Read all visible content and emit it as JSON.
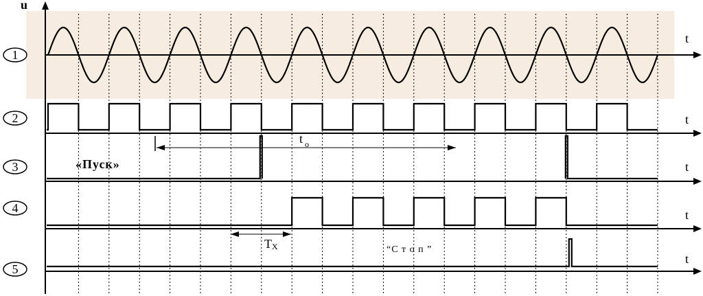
{
  "axis": {
    "u_label": "u",
    "t_label": "t"
  },
  "rows": [
    {
      "number": "1",
      "t_label": "t"
    },
    {
      "number": "2",
      "t_label": "t"
    },
    {
      "number": "3",
      "t_label": "t"
    },
    {
      "number": "4",
      "t_label": "t"
    },
    {
      "number": "5",
      "t_label": "t"
    }
  ],
  "annotations": {
    "start_label": "«Пуск»",
    "stop_label": "“С т о п ”",
    "to_main": "t",
    "to_sub": "o",
    "tx_main": "T",
    "tx_sub": "X"
  },
  "colors": {
    "sine_band": "#f7ece0",
    "line": "#000000",
    "grid": "#000000"
  },
  "signal": {
    "sine_periods": 10,
    "square_duty": 0.5,
    "start_period": 3.5,
    "stop_period": 8.5,
    "counted_pulses": 5
  }
}
